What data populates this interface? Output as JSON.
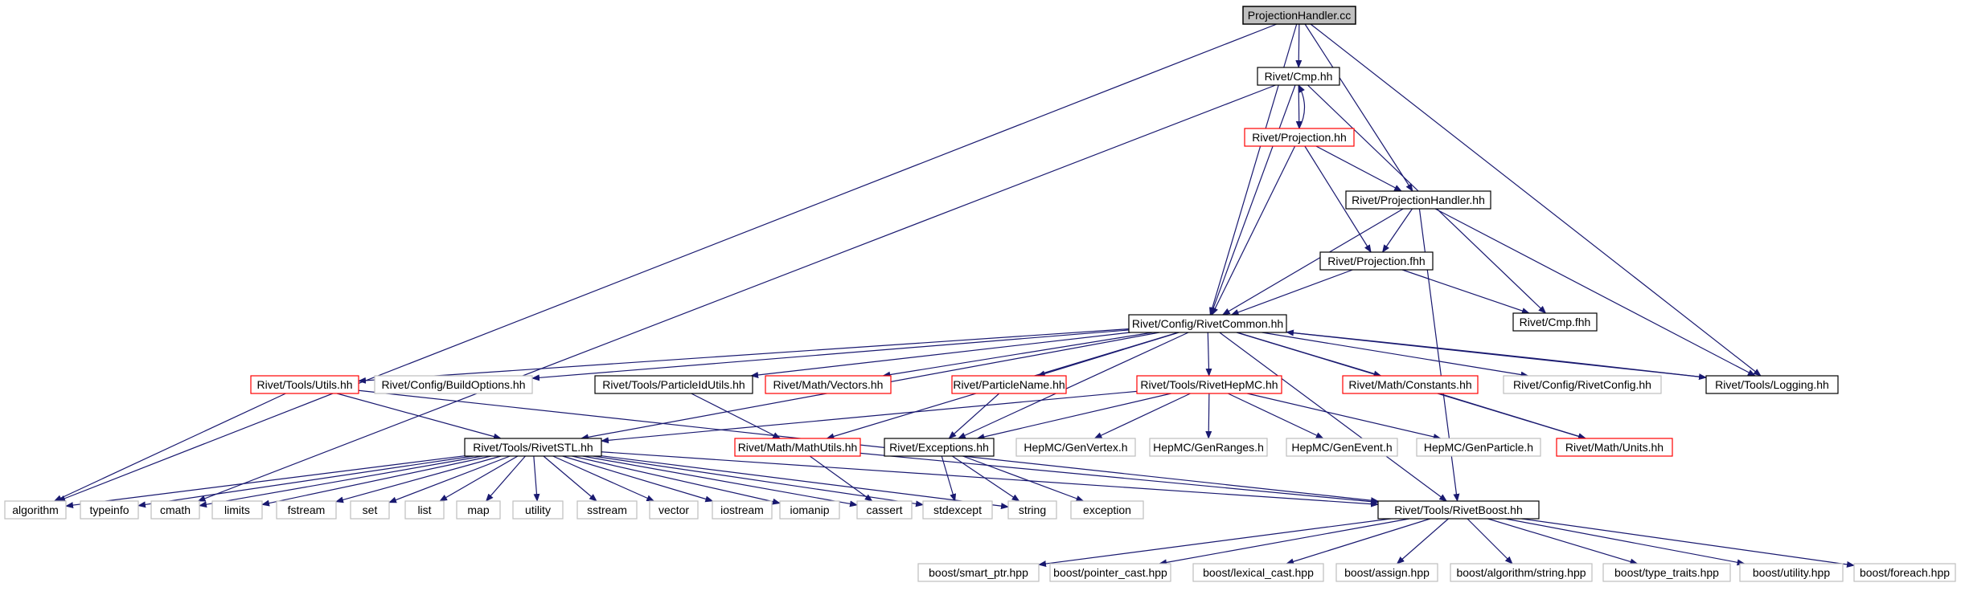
{
  "diagram": {
    "title": "",
    "colors": {
      "edge": "#191970",
      "border_root": "#000000",
      "fill_root": "#bfbfbf",
      "border_documented": "#000000",
      "border_truncated": "#ff0000",
      "border_external": "#bfbfbf",
      "fill_default": "#ffffff",
      "text": "#000000"
    },
    "nodes": [
      {
        "id": "root",
        "label": "ProjectionHandler.cc",
        "kind": "root"
      },
      {
        "id": "cmp_hh",
        "label": "Rivet/Cmp.hh",
        "kind": "documented"
      },
      {
        "id": "projection_hh",
        "label": "Rivet/Projection.hh",
        "kind": "truncated"
      },
      {
        "id": "projhandler_hh",
        "label": "Rivet/ProjectionHandler.hh",
        "kind": "documented"
      },
      {
        "id": "projection_fhh",
        "label": "Rivet/Projection.fhh",
        "kind": "documented"
      },
      {
        "id": "cmp_fhh",
        "label": "Rivet/Cmp.fhh",
        "kind": "documented"
      },
      {
        "id": "rivetcommon",
        "label": "Rivet/Config/RivetCommon.hh",
        "kind": "documented"
      },
      {
        "id": "logging",
        "label": "Rivet/Tools/Logging.hh",
        "kind": "documented"
      },
      {
        "id": "utils",
        "label": "Rivet/Tools/Utils.hh",
        "kind": "truncated"
      },
      {
        "id": "buildoptions",
        "label": "Rivet/Config/BuildOptions.hh",
        "kind": "external"
      },
      {
        "id": "particleidutils",
        "label": "Rivet/Tools/ParticleIdUtils.hh",
        "kind": "documented"
      },
      {
        "id": "vectors",
        "label": "Rivet/Math/Vectors.hh",
        "kind": "truncated"
      },
      {
        "id": "particlename",
        "label": "Rivet/ParticleName.hh",
        "kind": "truncated"
      },
      {
        "id": "rivethepmc",
        "label": "Rivet/Tools/RivetHepMC.hh",
        "kind": "truncated"
      },
      {
        "id": "constants",
        "label": "Rivet/Math/Constants.hh",
        "kind": "truncated"
      },
      {
        "id": "rivetconfig",
        "label": "Rivet/Config/RivetConfig.hh",
        "kind": "external"
      },
      {
        "id": "rivetstl",
        "label": "Rivet/Tools/RivetSTL.hh",
        "kind": "documented"
      },
      {
        "id": "mathutils",
        "label": "Rivet/Math/MathUtils.hh",
        "kind": "truncated"
      },
      {
        "id": "exceptions",
        "label": "Rivet/Exceptions.hh",
        "kind": "documented"
      },
      {
        "id": "genvertex",
        "label": "HepMC/GenVertex.h",
        "kind": "external"
      },
      {
        "id": "genranges",
        "label": "HepMC/GenRanges.h",
        "kind": "external"
      },
      {
        "id": "genevent",
        "label": "HepMC/GenEvent.h",
        "kind": "external"
      },
      {
        "id": "genparticle",
        "label": "HepMC/GenParticle.h",
        "kind": "external"
      },
      {
        "id": "units",
        "label": "Rivet/Math/Units.hh",
        "kind": "truncated"
      },
      {
        "id": "algorithm",
        "label": "algorithm",
        "kind": "external"
      },
      {
        "id": "typeinfo",
        "label": "typeinfo",
        "kind": "external"
      },
      {
        "id": "cmath",
        "label": "cmath",
        "kind": "external"
      },
      {
        "id": "limits",
        "label": "limits",
        "kind": "external"
      },
      {
        "id": "fstream",
        "label": "fstream",
        "kind": "external"
      },
      {
        "id": "set",
        "label": "set",
        "kind": "external"
      },
      {
        "id": "list",
        "label": "list",
        "kind": "external"
      },
      {
        "id": "map",
        "label": "map",
        "kind": "external"
      },
      {
        "id": "utility",
        "label": "utility",
        "kind": "external"
      },
      {
        "id": "sstream",
        "label": "sstream",
        "kind": "external"
      },
      {
        "id": "vector",
        "label": "vector",
        "kind": "external"
      },
      {
        "id": "iostream",
        "label": "iostream",
        "kind": "external"
      },
      {
        "id": "iomanip",
        "label": "iomanip",
        "kind": "external"
      },
      {
        "id": "cassert",
        "label": "cassert",
        "kind": "external"
      },
      {
        "id": "stdexcept",
        "label": "stdexcept",
        "kind": "external"
      },
      {
        "id": "string",
        "label": "string",
        "kind": "external"
      },
      {
        "id": "exception",
        "label": "exception",
        "kind": "external"
      },
      {
        "id": "rivetboost",
        "label": "Rivet/Tools/RivetBoost.hh",
        "kind": "documented"
      },
      {
        "id": "smart_ptr",
        "label": "boost/smart_ptr.hpp",
        "kind": "external"
      },
      {
        "id": "pointer_cast",
        "label": "boost/pointer_cast.hpp",
        "kind": "external"
      },
      {
        "id": "lexical_cast",
        "label": "boost/lexical_cast.hpp",
        "kind": "external"
      },
      {
        "id": "assign",
        "label": "boost/assign.hpp",
        "kind": "external"
      },
      {
        "id": "algo_string",
        "label": "boost/algorithm/string.hpp",
        "kind": "external"
      },
      {
        "id": "type_traits",
        "label": "boost/type_traits.hpp",
        "kind": "external"
      },
      {
        "id": "boost_utility",
        "label": "boost/utility.hpp",
        "kind": "external"
      },
      {
        "id": "foreach",
        "label": "boost/foreach.hpp",
        "kind": "external"
      }
    ],
    "edges": [
      [
        "root",
        "cmp_hh"
      ],
      [
        "root",
        "projhandler_hh"
      ],
      [
        "root",
        "rivetcommon"
      ],
      [
        "root",
        "logging"
      ],
      [
        "root",
        "algorithm"
      ],
      [
        "cmp_hh",
        "projection_hh"
      ],
      [
        "cmp_hh",
        "rivetcommon"
      ],
      [
        "cmp_hh",
        "cmp_fhh"
      ],
      [
        "cmp_hh",
        "cmath"
      ],
      [
        "projection_hh",
        "cmp_hh"
      ],
      [
        "projection_hh",
        "projhandler_hh"
      ],
      [
        "projection_hh",
        "projection_fhh"
      ],
      [
        "projection_hh",
        "rivetcommon"
      ],
      [
        "projhandler_hh",
        "rivetcommon"
      ],
      [
        "projhandler_hh",
        "projection_fhh"
      ],
      [
        "projhandler_hh",
        "logging"
      ],
      [
        "projhandler_hh",
        "rivetboost"
      ],
      [
        "projection_fhh",
        "rivetcommon"
      ],
      [
        "projection_fhh",
        "cmp_fhh"
      ],
      [
        "rivetcommon",
        "utils"
      ],
      [
        "rivetcommon",
        "buildoptions"
      ],
      [
        "rivetcommon",
        "particleidutils"
      ],
      [
        "rivetcommon",
        "vectors"
      ],
      [
        "rivetcommon",
        "particlename"
      ],
      [
        "rivetcommon",
        "rivethepmc"
      ],
      [
        "rivetcommon",
        "constants"
      ],
      [
        "rivetcommon",
        "rivetconfig"
      ],
      [
        "rivetcommon",
        "logging"
      ],
      [
        "rivetcommon",
        "rivetstl"
      ],
      [
        "rivetcommon",
        "mathutils"
      ],
      [
        "rivetcommon",
        "exceptions"
      ],
      [
        "rivetcommon",
        "units"
      ],
      [
        "rivetcommon",
        "rivetboost"
      ],
      [
        "logging",
        "rivetcommon"
      ],
      [
        "utils",
        "rivetstl"
      ],
      [
        "utils",
        "algorithm"
      ],
      [
        "utils",
        "rivetboost"
      ],
      [
        "particleidutils",
        "mathutils"
      ],
      [
        "particlename",
        "exceptions"
      ],
      [
        "rivethepmc",
        "rivetstl"
      ],
      [
        "rivethepmc",
        "exceptions"
      ],
      [
        "rivethepmc",
        "genvertex"
      ],
      [
        "rivethepmc",
        "genranges"
      ],
      [
        "rivethepmc",
        "genevent"
      ],
      [
        "rivethepmc",
        "genparticle"
      ],
      [
        "constants",
        "units"
      ],
      [
        "mathutils",
        "cassert"
      ],
      [
        "mathutils",
        "rivetboost"
      ],
      [
        "exceptions",
        "stdexcept"
      ],
      [
        "exceptions",
        "string"
      ],
      [
        "exceptions",
        "exception"
      ],
      [
        "rivetstl",
        "algorithm"
      ],
      [
        "rivetstl",
        "typeinfo"
      ],
      [
        "rivetstl",
        "cmath"
      ],
      [
        "rivetstl",
        "limits"
      ],
      [
        "rivetstl",
        "fstream"
      ],
      [
        "rivetstl",
        "set"
      ],
      [
        "rivetstl",
        "list"
      ],
      [
        "rivetstl",
        "map"
      ],
      [
        "rivetstl",
        "utility"
      ],
      [
        "rivetstl",
        "sstream"
      ],
      [
        "rivetstl",
        "vector"
      ],
      [
        "rivetstl",
        "iostream"
      ],
      [
        "rivetstl",
        "iomanip"
      ],
      [
        "rivetstl",
        "cassert"
      ],
      [
        "rivetstl",
        "stdexcept"
      ],
      [
        "rivetstl",
        "string"
      ],
      [
        "rivetstl",
        "rivetboost"
      ],
      [
        "rivetboost",
        "smart_ptr"
      ],
      [
        "rivetboost",
        "pointer_cast"
      ],
      [
        "rivetboost",
        "lexical_cast"
      ],
      [
        "rivetboost",
        "assign"
      ],
      [
        "rivetboost",
        "algo_string"
      ],
      [
        "rivetboost",
        "type_traits"
      ],
      [
        "rivetboost",
        "boost_utility"
      ],
      [
        "rivetboost",
        "foreach"
      ]
    ]
  }
}
